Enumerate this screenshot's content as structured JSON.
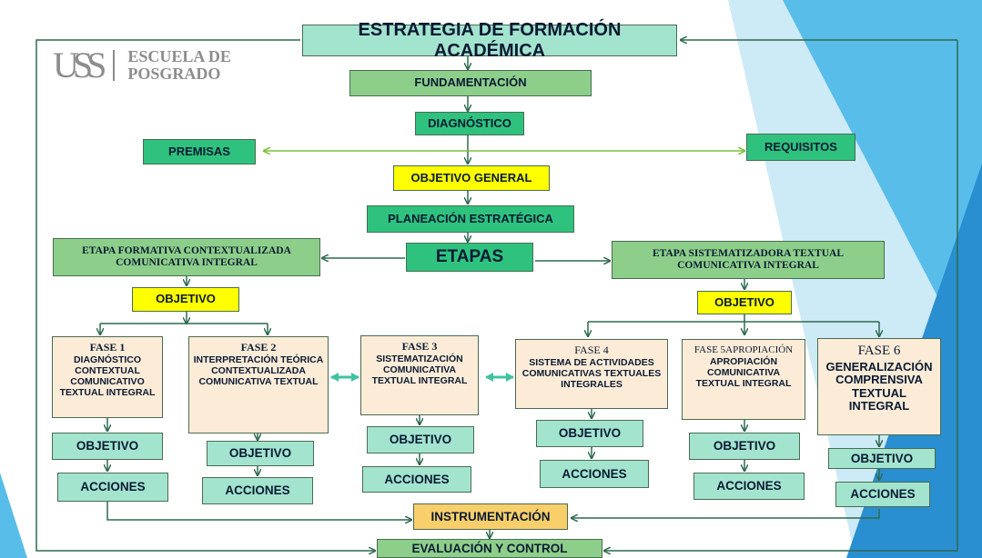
{
  "logo": {
    "mark": "USS",
    "line1": "ESCUELA DE",
    "line2": "POSGRADO"
  },
  "nodes": {
    "estrategia": "ESTRATEGIA DE FORMACIÓN ACADÉMICA",
    "fundamentacion": "FUNDAMENTACIÓN",
    "diagnostico": "DIAGNÓSTICO",
    "premisas": "PREMISAS",
    "requisitos": "REQUISITOS",
    "objetivo_general": "OBJETIVO GENERAL",
    "planeacion": "PLANEACIÓN ESTRATÉGICA",
    "etapas": "ETAPAS",
    "etapa_formativa": "ETAPA FORMATIVA CONTEXTUALIZADA COMUNICATIVA INTEGRAL",
    "etapa_sistematizadora": "ETAPA SISTEMATIZADORA TEXTUAL COMUNICATIVA INTEGRAL",
    "objetivo_left": "OBJETIVO",
    "objetivo_right": "OBJETIVO",
    "instrumentacion": "INSTRUMENTACIÓN",
    "evaluacion": "EVALUACIÓN Y CONTROL"
  },
  "phases": [
    {
      "title": "FASE 1",
      "desc": "DIAGNÓSTICO CONTEXTUAL COMUNICATIVO TEXTUAL INTEGRAL",
      "objetivo": "OBJETIVO",
      "acciones": "ACCIONES"
    },
    {
      "title": "FASE 2",
      "desc": "INTERPRETACIÓN TEÓRICA CONTEXTUALIZADA COMUNICATIVA TEXTUAL",
      "objetivo": "OBJETIVO",
      "acciones": "ACCIONES"
    },
    {
      "title": "FASE 3",
      "desc": "SISTEMATIZACIÓN COMUNICATIVA TEXTUAL INTEGRAL",
      "objetivo": "OBJETIVO",
      "acciones": "ACCIONES"
    },
    {
      "title": "FASE 4",
      "desc": "SISTEMA DE ACTIVIDADES COMUNICATIVAS TEXTUALES INTEGRALES",
      "objetivo": "OBJETIVO",
      "acciones": "ACCIONES"
    },
    {
      "title": "FASE 5APROPIACIÓN",
      "desc": "APROPIACIÓN COMUNICATIVA TEXTUAL INTEGRAL",
      "objetivo": "OBJETIVO",
      "acciones": "ACCIONES"
    },
    {
      "title": "FASE 6",
      "desc": "GENERALIZACIÓN COMPRENSIVA TEXTUAL INTEGRAL",
      "objetivo": "OBJETIVO",
      "acciones": "ACCIONES"
    }
  ],
  "colors": {
    "arrow": "#2f6a4f",
    "accent_blue": "#3fa9e0",
    "light_blue": "#b8e2f5"
  }
}
